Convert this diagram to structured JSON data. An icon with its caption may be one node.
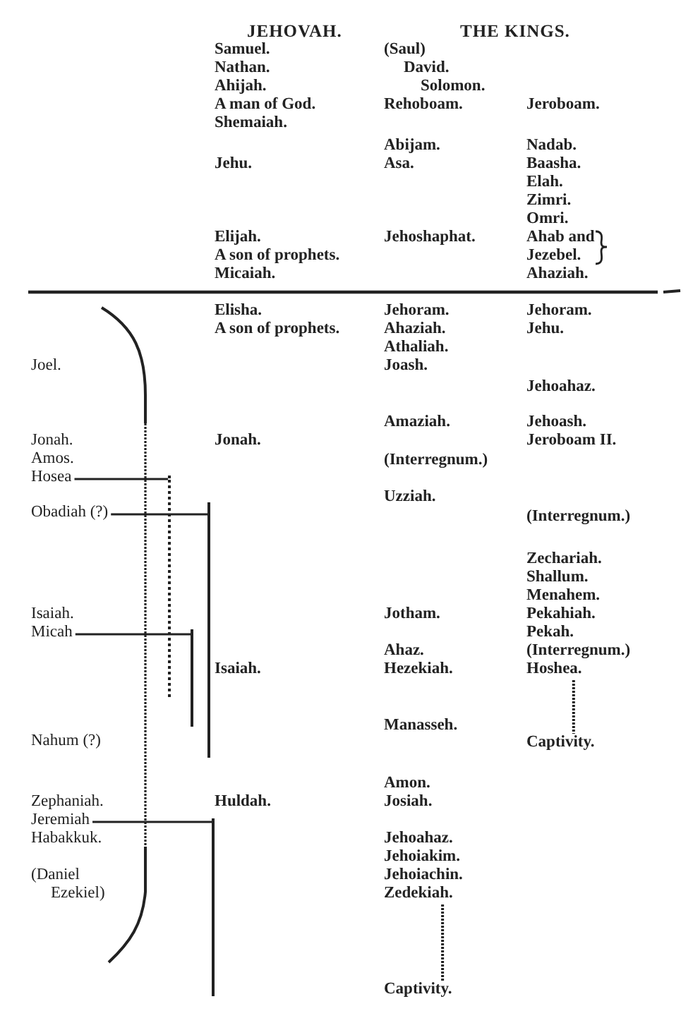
{
  "diagram": {
    "nodes": [
      {
        "text": [
          "Hosea"
        ]
      },
      {
        "text": [],
        "shape": "bar"
      },
      {
        "text": [
          "Obadiah (?)"
        ]
      },
      {
        "text": [],
        "shape": "bar"
      },
      {
        "text": [
          "Micah"
        ]
      },
      {
        "text": [],
        "shape": "bar"
      },
      {
        "text": [
          "Hoshea."
        ]
      },
      {
        "text": [
          "Captivity."
        ]
      },
      {
        "text": [
          "Jeremiah"
        ]
      },
      {
        "text": [],
        "shape": "bar"
      },
      {
        "text": [
          "Zedekiah."
        ]
      },
      {
        "text": [
          "Captivity."
        ]
      }
    ],
    "edges": [
      {
        "from": 0,
        "to": 1,
        "arrow": "none"
      },
      {
        "from": 2,
        "to": 3,
        "arrow": "none"
      },
      {
        "from": 4,
        "to": 5,
        "arrow": "none"
      },
      {
        "from": 6,
        "to": 7,
        "arrow": "none",
        "style": "dashed"
      },
      {
        "from": 8,
        "to": 9,
        "arrow": "none"
      },
      {
        "from": 10,
        "to": 11,
        "arrow": "none",
        "style": "dashed"
      }
    ],
    "labels": [
      "JEHOVAH.",
      "THE KINGS.",
      "Samuel.",
      "(Saul)",
      "Nathan.",
      "David.",
      "Ahijah.",
      "Solomon.",
      "A man of God.",
      "Rehoboam.",
      "Jeroboam.",
      "Shemaiah.",
      "Abijam.",
      "Nadab.",
      "Jehu.",
      "Asa.",
      "Baasha.",
      "Elah.",
      "Zimri.",
      "Omri.",
      "Elijah.",
      "Jehoshaphat.",
      "Ahab and",
      "A son of prophets.",
      "Jezebel.",
      "Micaiah.",
      "Ahaziah.",
      "Elisha.",
      "Jehoram.",
      "Jehoram.",
      "A son of prophets.",
      "Ahaziah.",
      "Jehu.",
      "Athaliah.",
      "Joel.",
      "Joash.",
      "Jehoahaz.",
      "Amaziah.",
      "Jehoash.",
      "Jonah.",
      "Jonah.",
      "Jeroboam II.",
      "Amos.",
      "(Interregnum.)",
      "Uzziah.",
      "(Interregnum.)",
      "Zechariah.",
      "Shallum.",
      "Menahem.",
      "Isaiah.",
      "Jotham.",
      "Pekahiah.",
      "Pekah.",
      "Ahaz.",
      "(Interregnum.)",
      "Isaiah.",
      "Hezekiah.",
      "Manasseh.",
      "Nahum (?)",
      "Amon.",
      "Zephaniah.",
      "Huldah.",
      "Josiah.",
      "Habakkuk.",
      "Jehoahaz.",
      "Jehoiakim.",
      "(Daniel Ezekiel)",
      "Jehoiachin."
    ]
  }
}
